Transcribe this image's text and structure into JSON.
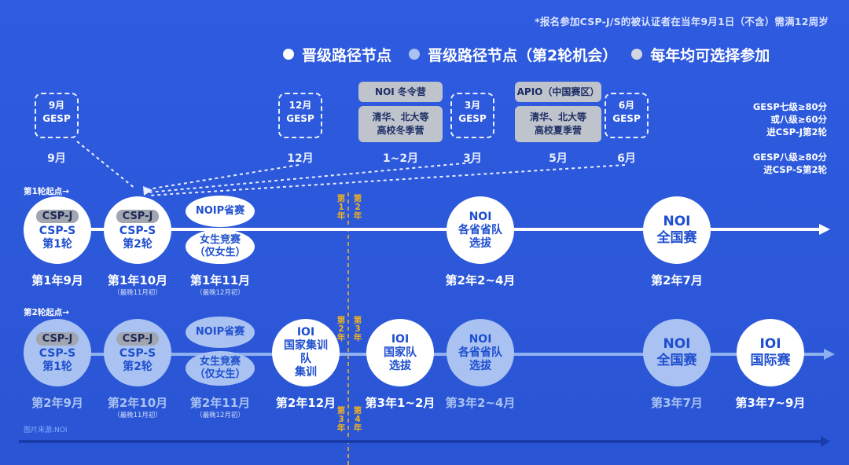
{
  "note": "*报名参加CSP-J/S的被认证者在当年9月1日（不含）需满12周岁",
  "legend": [
    {
      "label": "晋级路径节点",
      "color": "#ffffff"
    },
    {
      "label": "晋级路径节点（第2轮机会）",
      "color": "#a9c2f2"
    },
    {
      "label": "每年均可选择参加",
      "color": "#d2d6de"
    }
  ],
  "top_events": {
    "gesp_sep": {
      "line1": "9月",
      "line2": "GESP",
      "month": "9月"
    },
    "gesp_dec": {
      "line1": "12月",
      "line2": "GESP",
      "month": "12月"
    },
    "noi_winter": {
      "title": "NOI 冬令营",
      "body": "清华、北大等\n高校冬季营",
      "month": "1~2月"
    },
    "gesp_mar": {
      "line1": "3月",
      "line2": "GESP",
      "month": "3月"
    },
    "apio": {
      "title": "APIO（中国赛区）",
      "body": "清华、北大等\n高校夏季营",
      "month": "5月"
    },
    "gesp_jun": {
      "line1": "6月",
      "line2": "GESP",
      "month": "6月"
    }
  },
  "side_notes": [
    "GESP七级≥80分\n或八级≥60分\n进CSP-J第2轮",
    "GESP八级≥80分\n进CSP-S第2轮"
  ],
  "row1": {
    "start_label": "第1轮起点→",
    "divider": [
      "第1年",
      "第2年"
    ],
    "nodes": [
      {
        "pill": "CSP-J",
        "text": "CSP-S\n第1轮",
        "date": "第1年9月",
        "sub": ""
      },
      {
        "pill": "CSP-J",
        "text": "CSP-S\n第2轮",
        "date": "第1年10月",
        "sub": "（最晚11月初）"
      },
      {
        "top": "NOIP省赛",
        "bottom": "女生竞赛\n（仅女生）",
        "date": "第1年11月",
        "sub": "（最晚12月初）"
      },
      {
        "text": "NOI\n各省省队\n选拔",
        "date": "第2年2~4月"
      },
      {
        "text": "NOI\n全国赛",
        "date": "第2年7月"
      }
    ]
  },
  "row2": {
    "start_label": "第2轮起点→",
    "divider_a": [
      "第2年",
      "第3年"
    ],
    "divider_b": [
      "第3年",
      "第4年"
    ],
    "nodes": [
      {
        "pill": "CSP-J",
        "text": "CSP-S\n第1轮",
        "date": "第2年9月",
        "sub": ""
      },
      {
        "pill": "CSP-J",
        "text": "CSP-S\n第2轮",
        "date": "第2年10月",
        "sub": "（最晚11月初）"
      },
      {
        "top": "NOIP省赛",
        "bottom": "女生竞赛\n（仅女生）",
        "date": "第2年11月",
        "sub": "（最晚12月初）"
      },
      {
        "text": "IOI\n国家集训\n队\n集训",
        "date": "第2年12月"
      },
      {
        "text": "IOI\n国家队\n选拔",
        "date": "第3年1~2月"
      },
      {
        "text": "NOI\n各省省队\n选拔",
        "date": "第3年2~4月"
      },
      {
        "text": "NOI\n全国赛",
        "date": "第3年7月"
      },
      {
        "text": "IOI\n国际赛",
        "date": "第3年7~9月"
      }
    ]
  },
  "footer_label": "图片来源:NOI"
}
